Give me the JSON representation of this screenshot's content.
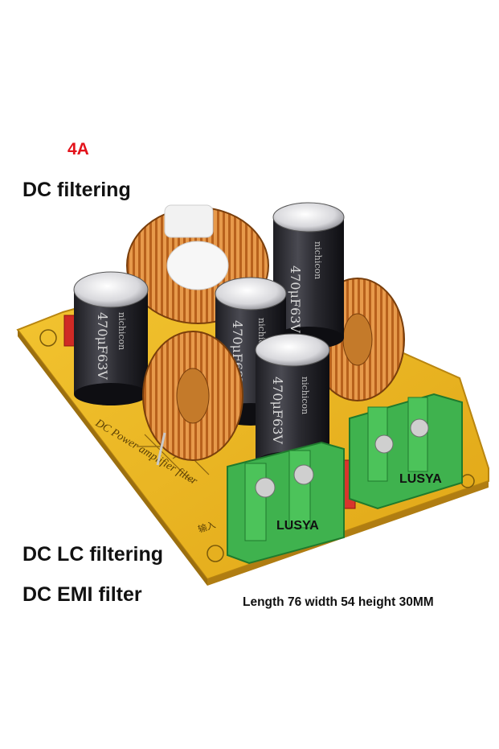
{
  "image": {
    "current_rating": "4A",
    "headline": "DC filtering",
    "feature_1": "DC LC filtering",
    "feature_2": "DC EMI filter",
    "dimensions": "Length 76 width 54 height 30MM"
  },
  "board": {
    "silkscreen_title": "DC Power amplifier filter",
    "input_marking": "输入",
    "terminal_brand": "LUSYA",
    "capacitor_brand": "nichicon",
    "capacitor_rating": "470μF63V"
  },
  "colors": {
    "accent_red": "#e3131b",
    "pcb_yellow": "#e8b51c",
    "terminal_green": "#3fb24e",
    "copper": "#d27a2c"
  }
}
